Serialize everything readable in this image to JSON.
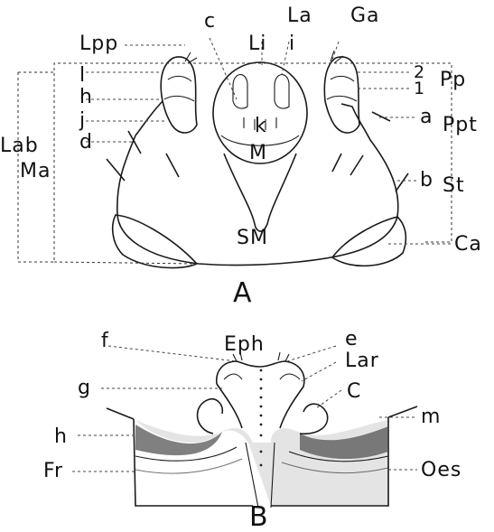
{
  "figure_a": {
    "panel_label": "A",
    "labels": {
      "c": "c",
      "la": "La",
      "ga": "Ga",
      "lpp": "Lpp",
      "li": "Li",
      "i_top": "i",
      "l": "l",
      "h": "h",
      "j": "j",
      "d": "d",
      "k": "k",
      "m_cap": "M",
      "sm": "SM",
      "lab": "Lab",
      "ma": "Ma",
      "num2": "2",
      "num1": "1",
      "pp": "Pp",
      "a": "a",
      "ppt": "Ppt",
      "b": "b",
      "st": "St",
      "ca": "Ca"
    }
  },
  "figure_b": {
    "panel_label": "B",
    "labels": {
      "eph": "Eph",
      "f": "f",
      "e": "e",
      "lar": "Lar",
      "g": "g",
      "c_cap": "C",
      "h": "h",
      "m": "m",
      "fr": "Fr",
      "oes": "Oes"
    }
  }
}
